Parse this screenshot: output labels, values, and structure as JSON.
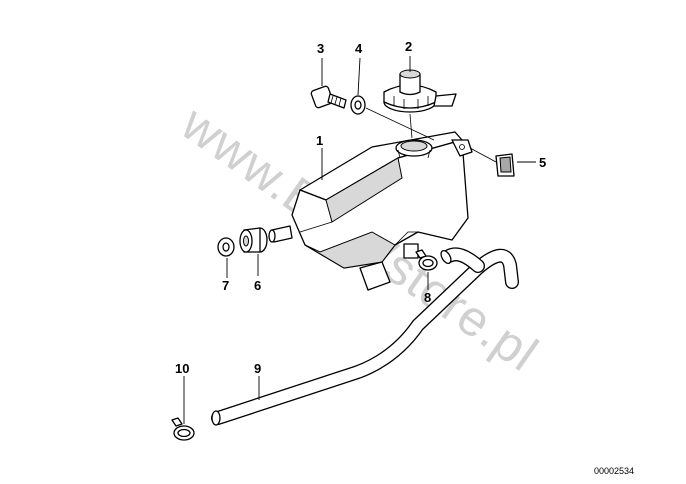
{
  "diagram": {
    "watermark": "www.BMWstore.pl",
    "reference_number": "00002534",
    "callouts": [
      {
        "id": "1",
        "label": "1"
      },
      {
        "id": "2",
        "label": "2"
      },
      {
        "id": "3",
        "label": "3"
      },
      {
        "id": "4",
        "label": "4"
      },
      {
        "id": "5",
        "label": "5"
      },
      {
        "id": "6",
        "label": "6"
      },
      {
        "id": "7",
        "label": "7"
      },
      {
        "id": "8",
        "label": "8"
      },
      {
        "id": "9",
        "label": "9"
      },
      {
        "id": "10",
        "label": "10"
      }
    ]
  }
}
